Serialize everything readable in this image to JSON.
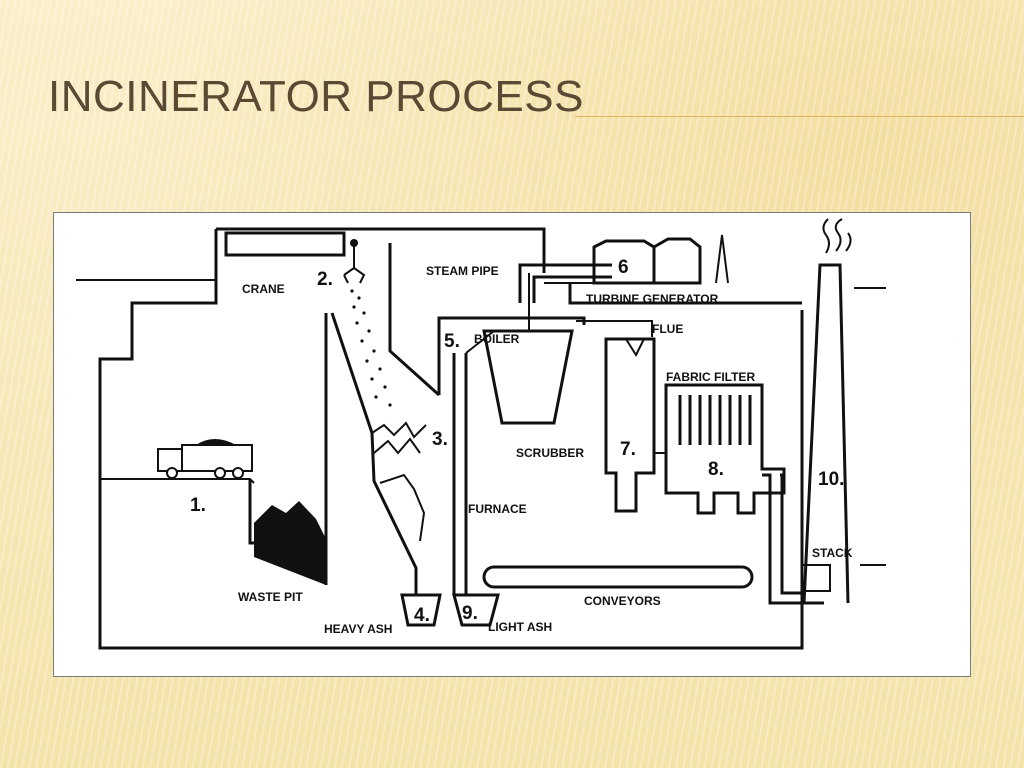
{
  "slide": {
    "title": "Incinerator Process"
  },
  "diagram": {
    "labels": {
      "crane": "CRANE",
      "steam_pipe": "STEAM PIPE",
      "turbine_generator": "TURBINE GENERATOR",
      "boiler": "BOILER",
      "flue": "FLUE",
      "fabric_filter": "FABRIC FILTER",
      "scrubber": "SCRUBBER",
      "furnace": "FURNACE",
      "stack": "STACK",
      "waste_pit": "WASTE PIT",
      "heavy_ash": "HEAVY ASH",
      "light_ash": "LIGHT ASH",
      "conveyors": "CONVEYORS"
    },
    "numbers": {
      "n1": "1.",
      "n2": "2.",
      "n3": "3.",
      "n4": "4.",
      "n5": "5.",
      "n6": "6",
      "n7": "7.",
      "n8": "8.",
      "n9": "9.",
      "n10": "10."
    }
  },
  "colors": {
    "background": "#f6e9b8",
    "title": "#5a4a33",
    "rule": "#e0b35a",
    "ink": "#111111"
  }
}
